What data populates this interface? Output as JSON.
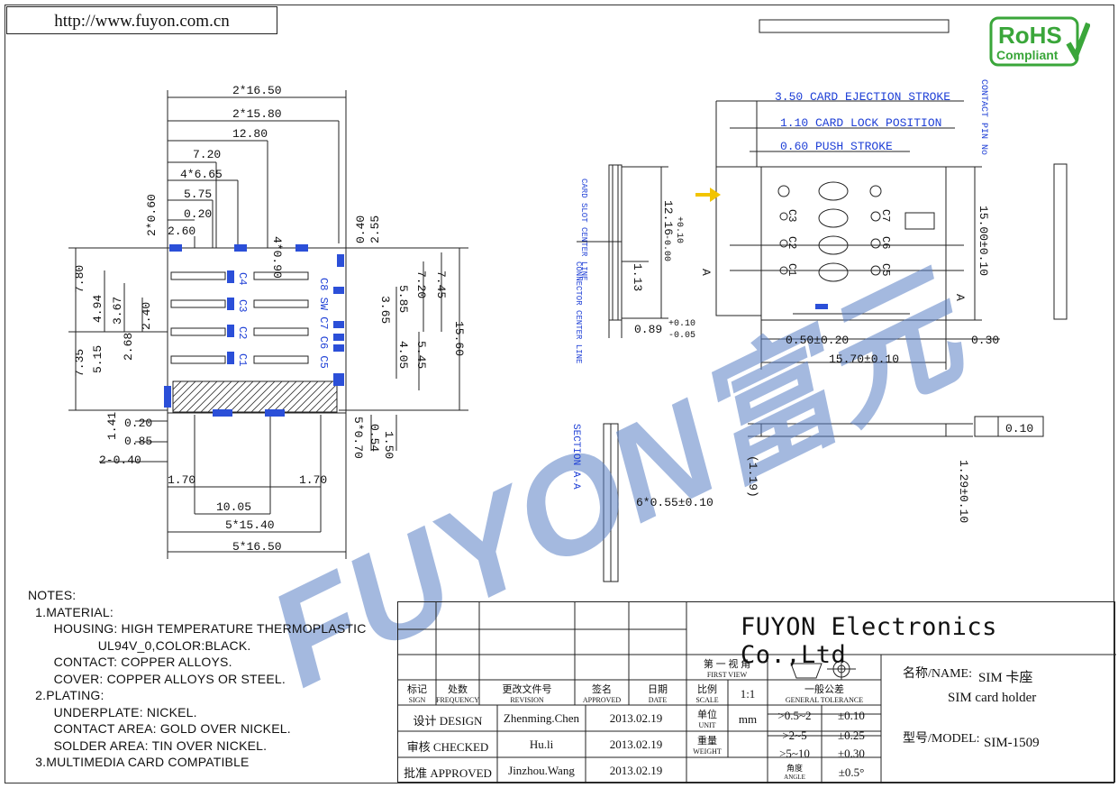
{
  "url": "http://www.fuyon.com.cn",
  "rohs": {
    "title": "RoHS",
    "sub": "Compliant"
  },
  "watermark": "FUYON富元",
  "dims_left": {
    "w1": "2*16.50",
    "w2": "2*15.80",
    "w3": "12.80",
    "w4": "7.20",
    "w5": "4*6.65",
    "w6": "5.75",
    "w7": "0.20",
    "w8": "2.60",
    "v1": "2*0.60",
    "v2": "4*0.90",
    "v3": "0.40",
    "v4": "2.55",
    "h1": "7.80",
    "h2": "4.94",
    "h3": "3.67",
    "h4": "2.40",
    "h5": "2.68",
    "h6": "7.35",
    "h7": "5.15",
    "r1": "7.20",
    "r2": "7.45",
    "r3": "5.85",
    "r4": "3.65",
    "r5": "4.05",
    "r6": "5.45",
    "r7": "15.60",
    "b1": "0.20",
    "b2": "0.85",
    "b3": "1.41",
    "b4": "2-0.40",
    "b5": "5*0.70",
    "b6": "0.54",
    "b7": "1.50",
    "b8": "1.70",
    "b9": "1.70",
    "b10": "10.05",
    "b11": "5*15.40",
    "b12": "5*16.50",
    "sw": "C8 SW C7 C6 C5",
    "c4": "C4",
    "c3": "C3",
    "c2": "C2",
    "c1": "C1"
  },
  "dims_mid": {
    "slot": "CARD SLOT CENTER LINE",
    "conn": "CONNECTOR CENTER LINE",
    "d1": "12.16",
    "d1t": "+0.10",
    "d1b": "-0.00",
    "d2": "1.13",
    "d3": "0.89",
    "d3t": "+0.10",
    "d3b": "-0.05",
    "sec": "SECTION A-A",
    "d4": "6*0.55±0.10"
  },
  "dims_right": {
    "e1": "3.50 CARD EJECTION STROKE",
    "e2": "1.10 CARD LOCK POSITION",
    "e3": "0.60 PUSH STROKE",
    "pin": "CONTACT PIN No",
    "d1": "15.00±0.10",
    "d2": "0.50±0.20",
    "d3": "15.70±0.10",
    "d4": "0.30",
    "d5": "(1.19)",
    "d6": "1.29±0.10",
    "flat": "0.10",
    "c3": "C3",
    "c2": "C2",
    "c1": "C1",
    "c7": "C7",
    "c6": "C6",
    "c5": "C5",
    "a": "A"
  },
  "notes": [
    "NOTES:",
    "  1.MATERIAL:",
    "       HOUSING: HIGH TEMPERATURE THERMOPLASTIC",
    "                   UL94V_0,COLOR:BLACK.",
    "       CONTACT: COPPER ALLOYS.",
    "       COVER: COPPER ALLOYS OR STEEL.",
    "  2.PLATING:",
    "       UNDERPLATE: NICKEL.",
    "       CONTACT AREA: GOLD OVER NICKEL.",
    "       SOLDER AREA: TIN OVER NICKEL.",
    "  3.MULTIMEDIA CARD COMPATIBLE"
  ],
  "title_block": {
    "company": "FUYON Electronics Co.,Ltd",
    "h_mark_cn": "标记",
    "h_mark_en": "SIGN",
    "h_freq_cn": "处数",
    "h_freq_en": "FREQUENCY",
    "h_rev_cn": "更改文件号",
    "h_rev_en": "REVISION",
    "h_appr_cn": "签名",
    "h_appr_en": "APPROVED",
    "h_date_cn": "日期",
    "h_date_en": "DATE",
    "design": "设计 DESIGN",
    "checked": "审核 CHECKED",
    "approved": "批准 APPROVED",
    "designer": "Zhenming.Chen",
    "checker": "Hu.li",
    "approver": "Jinzhou.Wang",
    "date1": "2013.02.19",
    "date2": "2013.02.19",
    "date3": "2013.02.19",
    "view_cn": "第 一 视 角",
    "view_en": "FIRST VIEW",
    "scale_cn": "比例",
    "scale_en": "SCALE",
    "scale": "1:1",
    "unit_cn": "单位",
    "unit_en": "UNIT",
    "unit": "mm",
    "weight_cn": "重量",
    "weight_en": "WEIGHT",
    "tol_cn": "一般公差",
    "tol_en": "GENERAL TOLERANCE",
    "r1": ">0.5~2",
    "t1": "±0.10",
    "r2": ">2~5",
    "t2": "±0.25",
    "r3": ">5~10",
    "t3": "±0.30",
    "ang_cn": "角度",
    "ang_en": "ANGLE",
    "t4": "±0.5°",
    "name_label": "名称/NAME:",
    "name_cn": "SIM 卡座",
    "name_en": "SIM card holder",
    "model_label": "型号/MODEL:",
    "model": "SIM-1509"
  }
}
